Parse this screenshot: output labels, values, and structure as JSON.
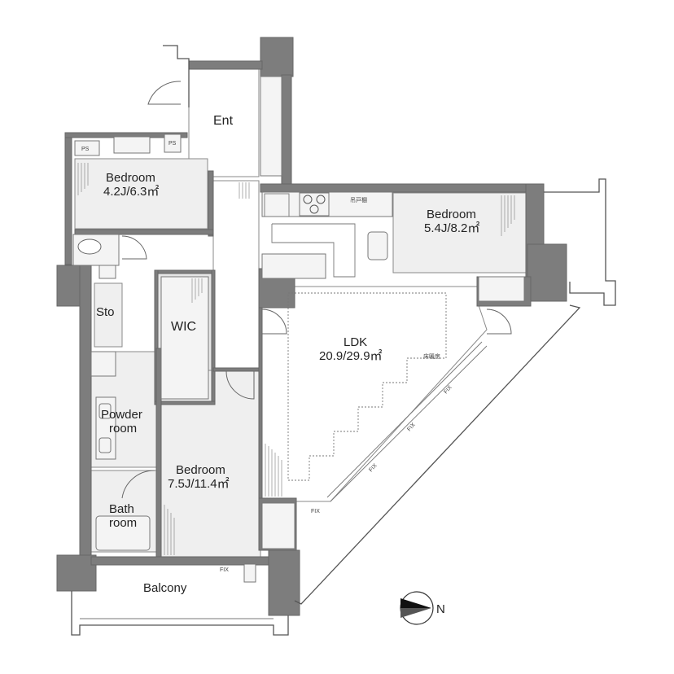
{
  "rooms": {
    "entrance": "Ent",
    "bedroom_north_name": "Bedroom",
    "bedroom_north_size": "4.2J/6.3㎡",
    "bedroom_east_name": "Bedroom",
    "bedroom_east_size": "5.4J/8.2㎡",
    "storage": "Sto",
    "walk_in_closet": "WIC",
    "ldk_name": "LDK",
    "ldk_size": "20.9/29.9㎡",
    "powder_room_line1": "Powder",
    "powder_room_line2": "room",
    "bedroom_main_name": "Bedroom",
    "bedroom_main_size": "7.5J/11.4㎡",
    "bath_line1": "Bath",
    "bath_line2": "room",
    "balcony": "Balcony"
  },
  "annotations": {
    "ps_1": "PS",
    "ps_2": "PS",
    "kitchen_cabinet": "吊戸棚",
    "floor_heating": "床暖房",
    "fix_1": "FIX",
    "fix_2": "FIX",
    "fix_3": "FIX",
    "fix_4": "FIX",
    "fix_5": "FIX"
  },
  "compass": {
    "direction_label": "N",
    "icon": "north-arrow-icon"
  },
  "colors": {
    "wall": "#7d7d7d",
    "room_fill": "#f0f0f0",
    "background": "#ffffff",
    "line": "#555555"
  }
}
